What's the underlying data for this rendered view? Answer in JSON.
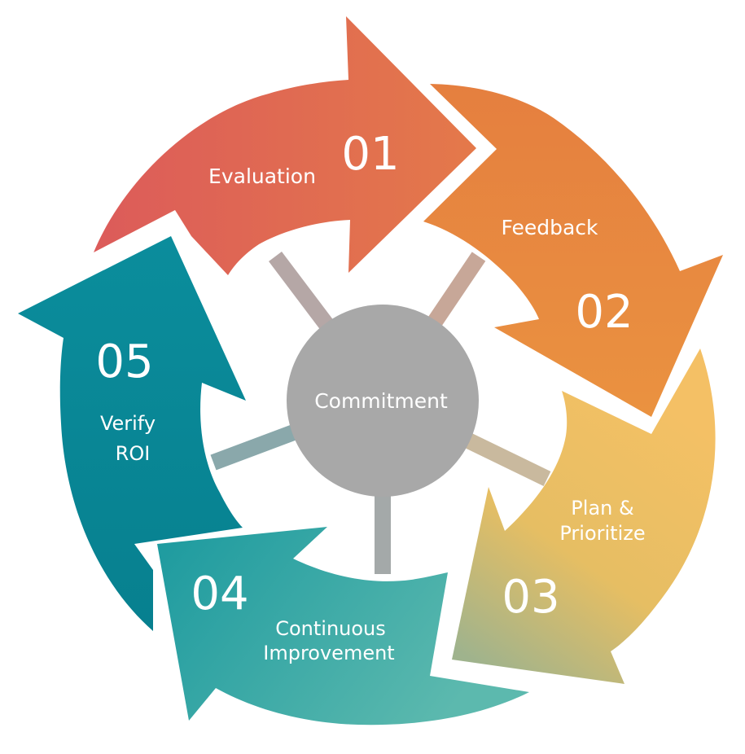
{
  "center": {
    "label": "Commitment",
    "color": "#a6a6a6"
  },
  "steps": [
    {
      "number": "01",
      "label_lines": [
        "Evaluation"
      ],
      "color_start": "#dc5b5a",
      "color_end": "#e4794a"
    },
    {
      "number": "02",
      "label_lines": [
        "Feedback"
      ],
      "color_start": "#e57f3f",
      "color_end": "#ea9240"
    },
    {
      "number": "03",
      "label_lines": [
        "Plan &",
        "Prioritize"
      ],
      "color_start": "#f2be5e",
      "color_end": "#a7b38a"
    },
    {
      "number": "04",
      "label_lines": [
        "Continuous",
        "Improvement"
      ],
      "color_start": "#1f9d9f",
      "color_end": "#5ab6ac"
    },
    {
      "number": "05",
      "label_lines": [
        "Verify",
        "ROI"
      ],
      "color_start": "#0a8c9c",
      "color_end": "#0a8595"
    }
  ]
}
